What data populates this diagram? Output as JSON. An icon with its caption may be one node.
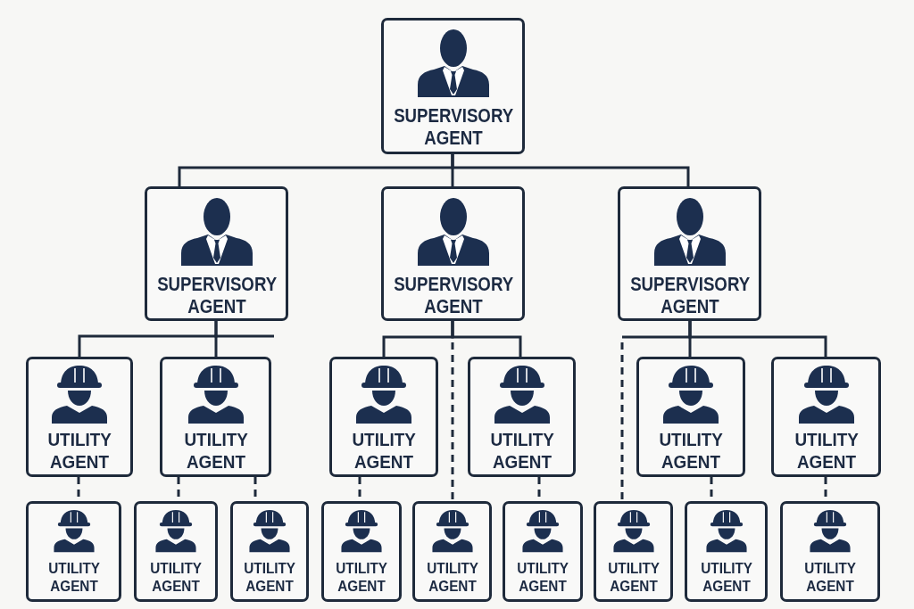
{
  "diagram": {
    "nodes": [
      {
        "text": [
          "SUPERVISORY AGENT"
        ]
      },
      {
        "text": [
          "SUPERVISORY AGENT"
        ]
      },
      {
        "text": [
          "SUPERVISORY AGENT"
        ]
      },
      {
        "text": [
          "SUPERVISORY AGENT"
        ]
      },
      {
        "text": [
          "UTILITY AGENT"
        ]
      },
      {
        "text": [
          "UTILITY AGENT"
        ]
      },
      {
        "text": [
          "UTILITY AGENT"
        ]
      },
      {
        "text": [
          "UTILITY AGENT"
        ]
      },
      {
        "text": [
          "UTILITY AGENT"
        ]
      },
      {
        "text": [
          "UTILITY AGENT"
        ]
      },
      {
        "text": [
          "UTILITY AGENT"
        ]
      },
      {
        "text": [
          "UTILITY AGENT"
        ]
      },
      {
        "text": [
          "UTILITY AGENT"
        ]
      },
      {
        "text": [
          "UTILITY AGENT"
        ]
      },
      {
        "text": [
          "UTILITY AGENT"
        ]
      },
      {
        "text": [
          "UTILITY AGENT"
        ]
      },
      {
        "text": [
          "UTILITY AGENT"
        ]
      },
      {
        "text": [
          "UTILITY AGENT"
        ]
      },
      {
        "text": [
          "UTILITY AGENT"
        ]
      }
    ],
    "edges": [
      {
        "from": 0,
        "to": 1,
        "arrow": "none"
      },
      {
        "from": 0,
        "to": 2,
        "arrow": "none"
      },
      {
        "from": 0,
        "to": 3,
        "arrow": "none"
      },
      {
        "from": 1,
        "to": 4,
        "arrow": "none"
      },
      {
        "from": 1,
        "to": 5,
        "arrow": "none"
      },
      {
        "from": 2,
        "to": 6,
        "arrow": "none"
      },
      {
        "from": 2,
        "to": 7,
        "arrow": "none"
      },
      {
        "from": 2,
        "to": 14,
        "arrow": "none",
        "style": "dashed"
      },
      {
        "from": 3,
        "to": 16,
        "arrow": "none",
        "style": "dashed"
      },
      {
        "from": 3,
        "to": 8,
        "arrow": "none"
      },
      {
        "from": 3,
        "to": 9,
        "arrow": "none"
      },
      {
        "from": 4,
        "to": 10,
        "arrow": "none",
        "style": "dashed"
      },
      {
        "from": 5,
        "to": 11,
        "arrow": "none",
        "style": "dashed"
      },
      {
        "from": 5,
        "to": 12,
        "arrow": "none",
        "style": "dashed"
      },
      {
        "from": 6,
        "to": 13,
        "arrow": "none",
        "style": "dashed"
      },
      {
        "from": 7,
        "to": 15,
        "arrow": "none",
        "style": "dashed"
      },
      {
        "from": 8,
        "to": 17,
        "arrow": "none",
        "style": "dashed"
      },
      {
        "from": 9,
        "to": 18,
        "arrow": "none",
        "style": "dashed"
      }
    ]
  }
}
